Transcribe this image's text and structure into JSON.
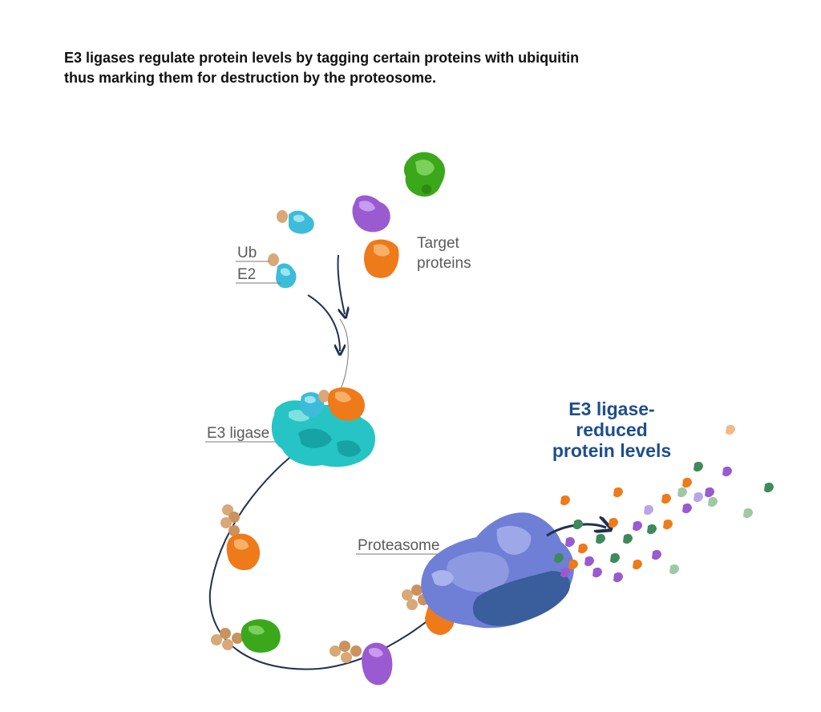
{
  "caption": {
    "line1": "E3 ligases regulate protein levels by tagging certain proteins with ubiquitin",
    "line2": "thus marking them for destruction by the proteosome."
  },
  "labels": {
    "ub": "Ub",
    "e2": "E2",
    "target_line1": "Target",
    "target_line2": "proteins",
    "e3_ligase": "E3 ligase",
    "proteasome": "Proteasome"
  },
  "result": {
    "line1": "E3 ligase-",
    "line2": "reduced",
    "line3": "protein levels"
  },
  "colors": {
    "arrow": "#1f3150",
    "label_text": "#5a5a5a",
    "result_text": "#1e4e8c",
    "ubiquitin": "#d9a877",
    "e2": "#3cbcd9",
    "e3_ligase": "#26c4c4",
    "proteasome": "#6f7fd6",
    "proteasome_dark": "#3a5d9c",
    "target_green": "#3aa81a",
    "target_purple": "#9a5ad0",
    "target_orange": "#ee7a1a",
    "fragment_green": "#3f8a5a"
  }
}
